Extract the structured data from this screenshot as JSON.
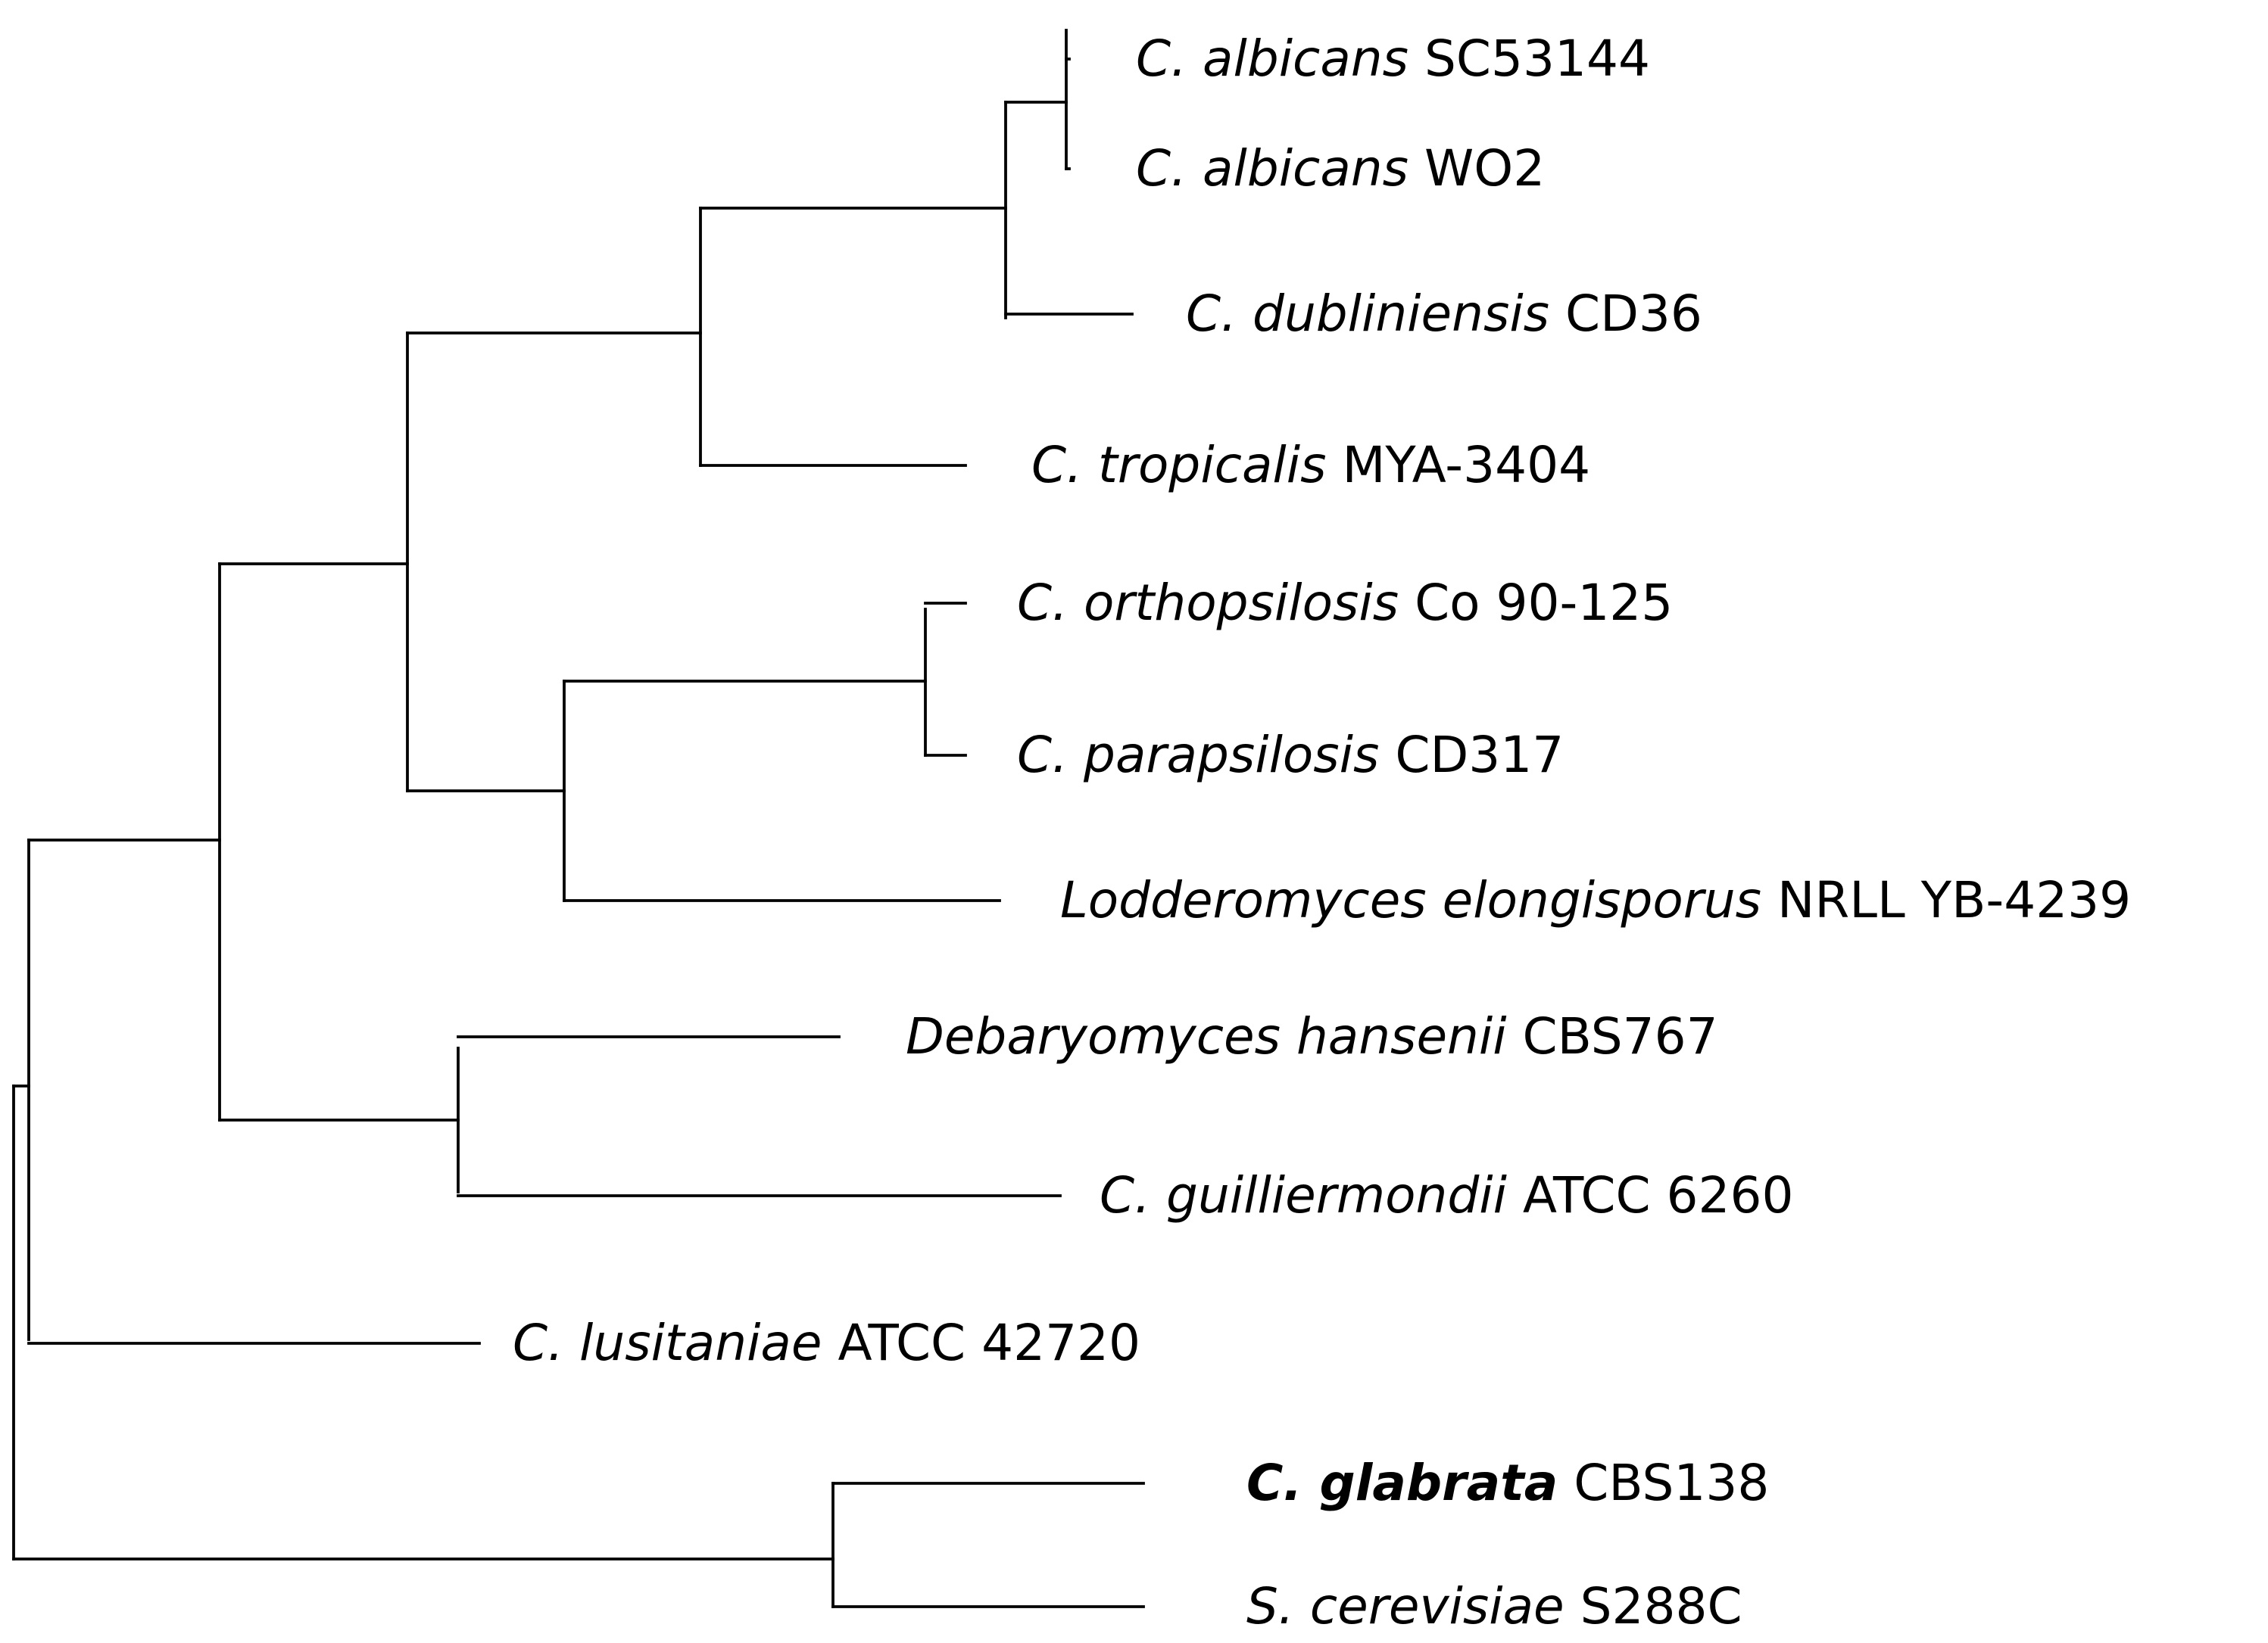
{
  "tree": {
    "line_color": "#000000",
    "leaves": [
      {
        "id": "c-albicans-sc53144",
        "species": "C. albicans",
        "strain": "SC53144",
        "emphasis": false
      },
      {
        "id": "c-albicans-wo2",
        "species": "C. albicans",
        "strain": "WO2",
        "emphasis": false
      },
      {
        "id": "c-dubliniensis-cd36",
        "species": "C. dubliniensis",
        "strain": "CD36",
        "emphasis": false
      },
      {
        "id": "c-tropicalis-mya3404",
        "species": "C. tropicalis",
        "strain": "MYA-3404",
        "emphasis": false
      },
      {
        "id": "c-orthopsilosis-co90125",
        "species": "C. orthopsilosis",
        "strain": "Co 90-125",
        "emphasis": false
      },
      {
        "id": "c-parapsilosis-cd317",
        "species": "C. parapsilosis",
        "strain": "CD317",
        "emphasis": false
      },
      {
        "id": "l-elongisporus-nrllyb4239",
        "species": "Lodderomyces elongisporus",
        "strain": "NRLL YB-4239",
        "emphasis": false
      },
      {
        "id": "d-hansenii-cbs767",
        "species": "Debaryomyces hansenii",
        "strain": "CBS767",
        "emphasis": false
      },
      {
        "id": "c-guilliermondii-atcc6260",
        "species": "C. guilliermondii",
        "strain": "ATCC 6260",
        "emphasis": false
      },
      {
        "id": "c-lusitaniae-atcc42720",
        "species": "C. lusitaniae",
        "strain": "ATCC 42720",
        "emphasis": false
      },
      {
        "id": "c-glabrata-cbs138",
        "species": "C. glabrata",
        "strain": "CBS138",
        "emphasis": true
      },
      {
        "id": "s-cerevisiae-s288c",
        "species": "S. cerevisiae",
        "strain": "S288C",
        "emphasis": false
      }
    ]
  }
}
